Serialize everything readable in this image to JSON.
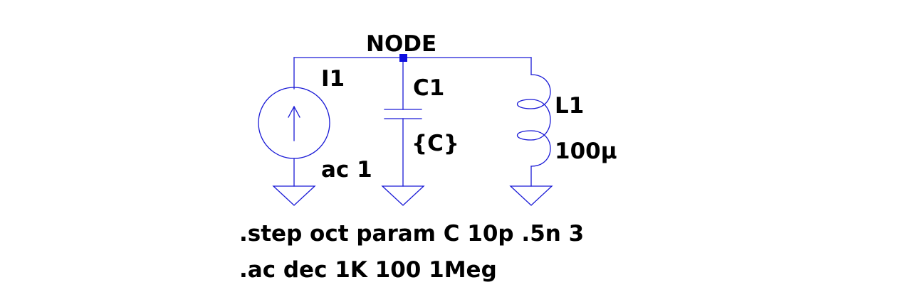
{
  "schematic": {
    "net_label": "NODE",
    "components": [
      {
        "ref": "I1",
        "value": "ac 1",
        "kind": "current-source"
      },
      {
        "ref": "C1",
        "value": "{C}",
        "kind": "capacitor"
      },
      {
        "ref": "L1",
        "value": "100µ",
        "kind": "inductor"
      }
    ],
    "directives": [
      ".step oct param C 10p .5n 3",
      ".ac dec 1K 100 1Meg"
    ],
    "colors": {
      "wire": "#1a1ad6",
      "junction": "#1010e0",
      "text": "#000000",
      "background": "#ffffff"
    }
  }
}
